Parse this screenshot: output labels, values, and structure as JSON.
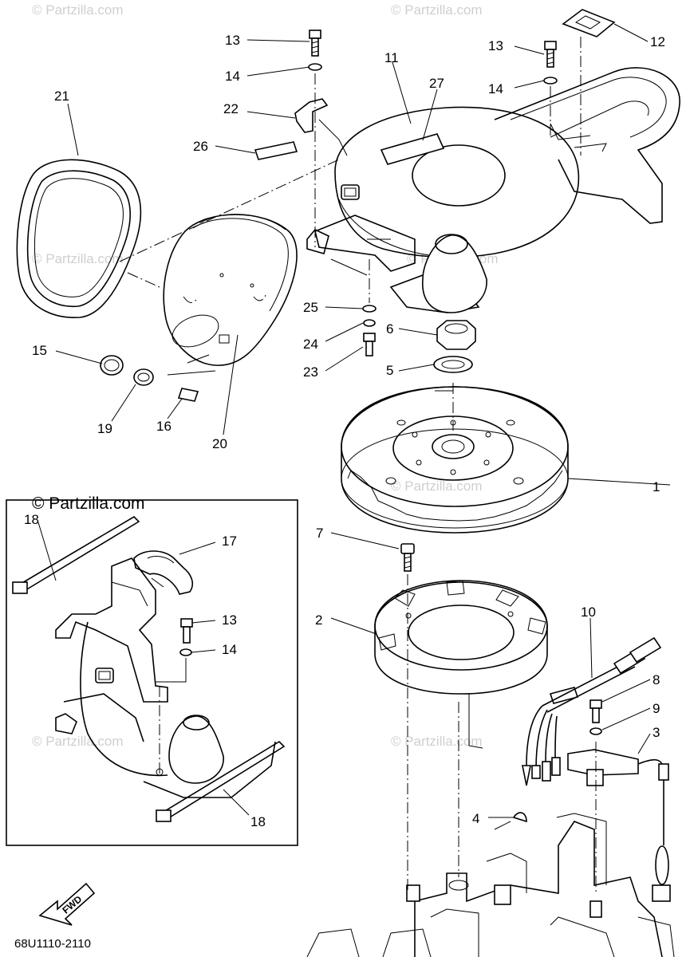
{
  "watermark": "© Partzilla.com",
  "diagram_code": "68U1110-2110",
  "fwd_label": "FWD",
  "callouts": {
    "c1": "1",
    "c2": "2",
    "c3": "3",
    "c4": "4",
    "c5": "5",
    "c6": "6",
    "c7": "7",
    "c8": "8",
    "c9": "9",
    "c10": "10",
    "c11": "11",
    "c12": "12",
    "c13a": "13",
    "c13b": "13",
    "c13c": "13",
    "c14a": "14",
    "c14b": "14",
    "c14c": "14",
    "c15": "15",
    "c16": "16",
    "c17": "17",
    "c18a": "18",
    "c18b": "18",
    "c19": "19",
    "c20": "20",
    "c21": "21",
    "c22": "22",
    "c23": "23",
    "c24": "24",
    "c25": "25",
    "c26": "26",
    "c27": "27"
  }
}
